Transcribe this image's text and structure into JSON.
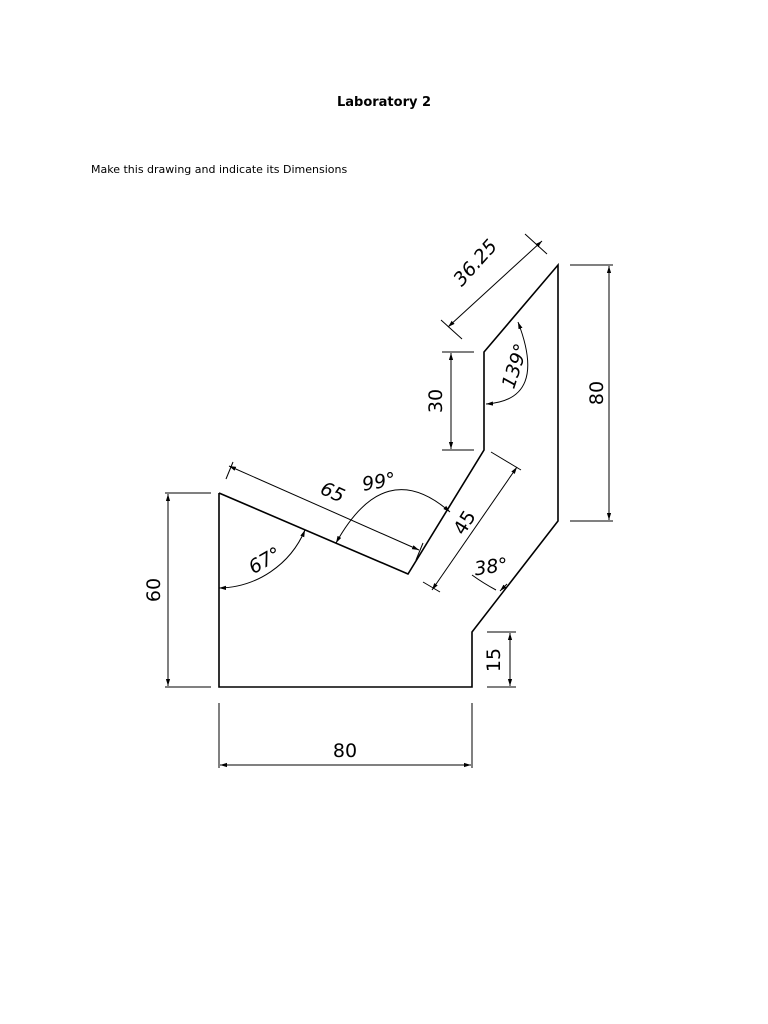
{
  "document": {
    "title": "Laboratory 2",
    "instruction": "Make this drawing and indicate its Dimensions"
  },
  "drawing": {
    "dimensions": {
      "d_36_25": "36.25",
      "d_139": "139°",
      "d_30": "30",
      "d_80_right": "80",
      "d_65": "65",
      "d_99": "99°",
      "d_45": "45",
      "d_67": "67°",
      "d_38": "38°",
      "d_60": "60",
      "d_15": "15",
      "d_80_bottom": "80"
    },
    "line_color": "#000000"
  }
}
